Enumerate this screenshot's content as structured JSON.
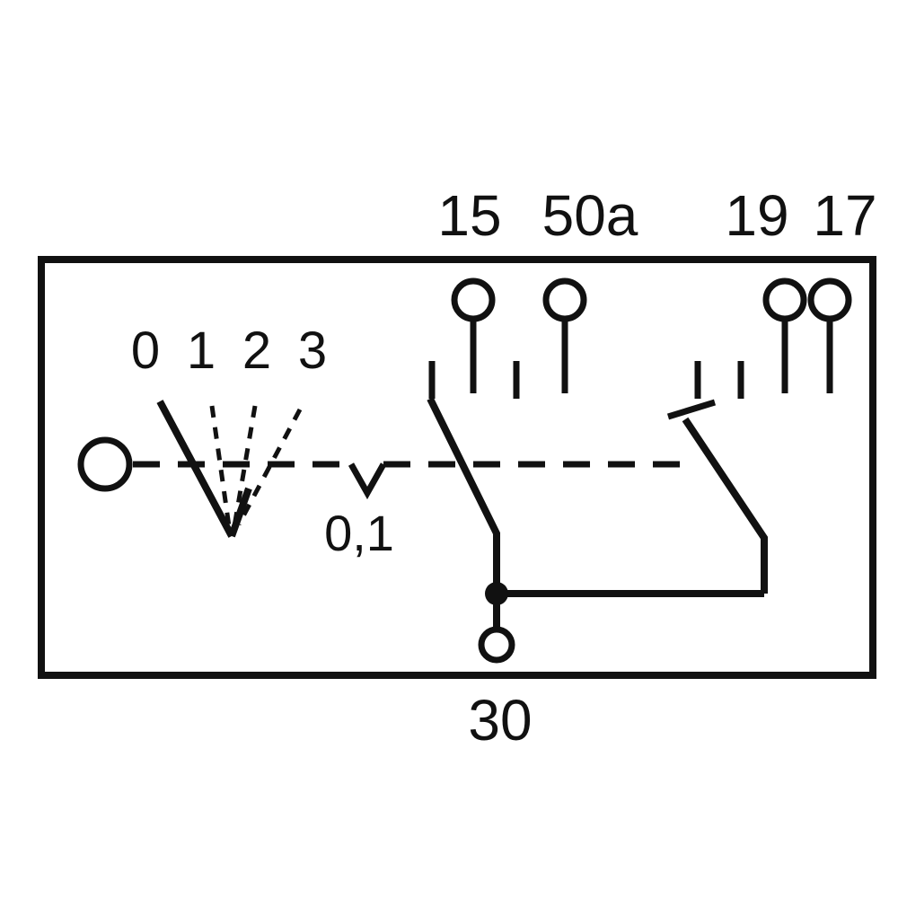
{
  "labels": {
    "terminal_15": "15",
    "terminal_50a": "50a",
    "terminal_19": "19",
    "terminal_17": "17",
    "terminal_30": "30",
    "spring_return_positions": "0,1"
  },
  "switch_positions": [
    "0",
    "1",
    "2",
    "3"
  ],
  "colors": {
    "line": "#111111",
    "background": "#ffffff"
  }
}
